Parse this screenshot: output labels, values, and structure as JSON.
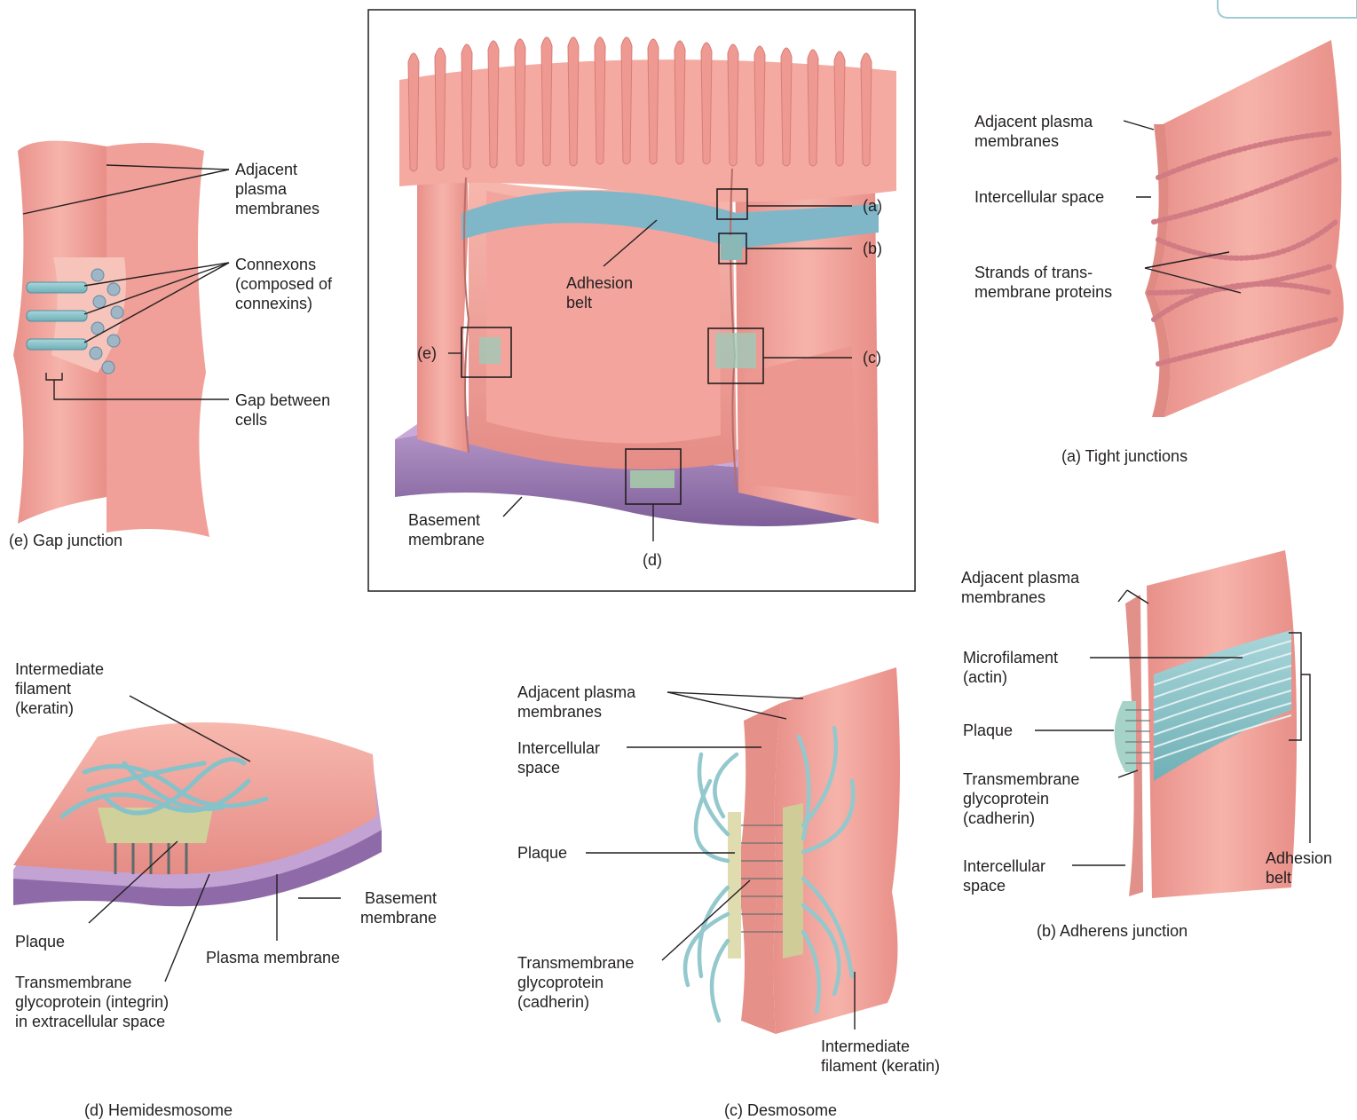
{
  "center": {
    "tags": {
      "a": "(a)",
      "b": "(b)",
      "c": "(c)",
      "d": "(d)",
      "e": "(e)"
    },
    "adhesion_belt": "Adhesion\nbelt",
    "basement_membrane": "Basement\nmembrane"
  },
  "gap_junction": {
    "adjacent": "Adjacent\nplasma\nmembranes",
    "connexons": "Connexons\n(composed of\nconnexins)",
    "gap": "Gap between\ncells",
    "caption": "(e) Gap junction"
  },
  "tight_junctions": {
    "adjacent": "Adjacent plasma\nmembranes",
    "intercellular": "Intercellular space",
    "strands": "Strands of trans-\nmembrane proteins",
    "caption": "(a) Tight junctions"
  },
  "adherens": {
    "adjacent": "Adjacent plasma\nmembranes",
    "microfilament": "Microfilament\n(actin)",
    "plaque": "Plaque",
    "transmembrane": "Transmembrane\nglycoprotein\n(cadherin)",
    "intercellular": "Intercellular\nspace",
    "belt": "Adhesion\nbelt",
    "caption": "(b) Adherens junction"
  },
  "hemidesmosome": {
    "intermediate": "Intermediate\nfilament\n(keratin)",
    "plaque": "Plaque",
    "transmembrane": "Transmembrane\nglycoprotein (integrin)\nin extracellular space",
    "plasma": "Plasma membrane",
    "basement": "Basement\nmembrane",
    "caption": "(d) Hemidesmosome"
  },
  "desmosome": {
    "adjacent": "Adjacent plasma\nmembranes",
    "intercellular": "Intercellular\nspace",
    "plaque": "Plaque",
    "transmembrane": "Transmembrane\nglycoprotein\n(cadherin)",
    "intermediate": "Intermediate\nfilament (keratin)",
    "caption": "(c) Desmosome"
  },
  "colors": {
    "cell": "#f2a199",
    "cell_dark": "#d9807a",
    "cell_light": "#f8c2b8",
    "basement": "#9a78b0",
    "filament": "#8fc4c9",
    "plaque": "#d8d8a8"
  }
}
